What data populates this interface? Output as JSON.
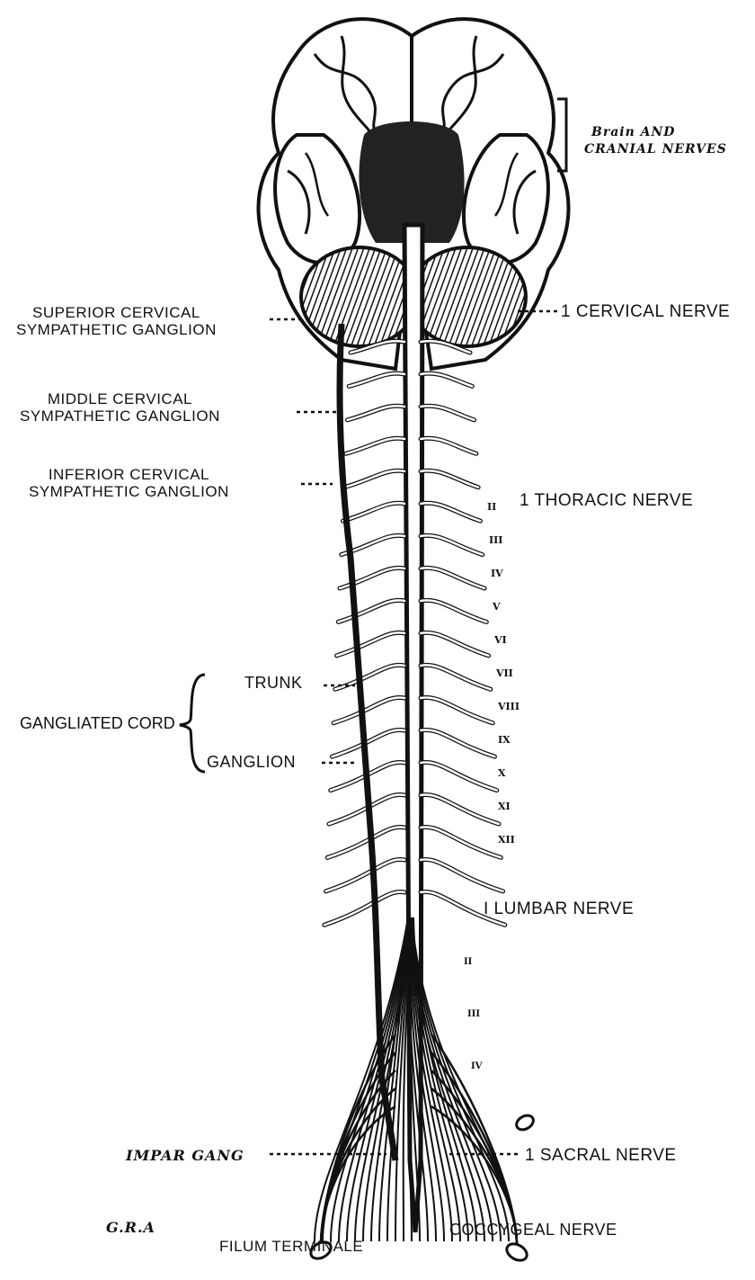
{
  "labels": {
    "brain": {
      "line1": "Brain AND",
      "line2": "CRANIAL NERVES"
    },
    "cervical_nerve": "1 CERVICAL NERVE",
    "superior_ganglion": {
      "line1": "SUPERIOR CERVICAL",
      "line2": "SYMPATHETIC GANGLION"
    },
    "middle_ganglion": {
      "line1": "MIDDLE CERVICAL",
      "line2": "SYMPATHETIC GANGLION"
    },
    "inferior_ganglion": {
      "line1": "INFERIOR CERVICAL",
      "line2": "SYMPATHETIC GANGLION"
    },
    "thoracic_nerve": "1 THORACIC NERVE",
    "trunk": "TRUNK",
    "gangliated_cord": "GANGLIATED CORD",
    "ganglion": "GANGLION",
    "lumbar_nerve": "I LUMBAR NERVE",
    "impar": "IMPAR GANG",
    "sacral_nerve": "1 SACRAL NERVE",
    "signature": "G.R.A",
    "filum": "FILUM TERMINALE",
    "coccygeal": "COCCYGEAL NERVE"
  },
  "numerals": [
    "II",
    "III",
    "IV",
    "V",
    "VI",
    "VII",
    "VIII",
    "IX",
    "X",
    "XI",
    "XII"
  ],
  "lumbar_numerals": [
    "II",
    "III",
    "IV"
  ],
  "colors": {
    "ink": "#111111",
    "paper": "#ffffff",
    "shade": "#555555"
  }
}
